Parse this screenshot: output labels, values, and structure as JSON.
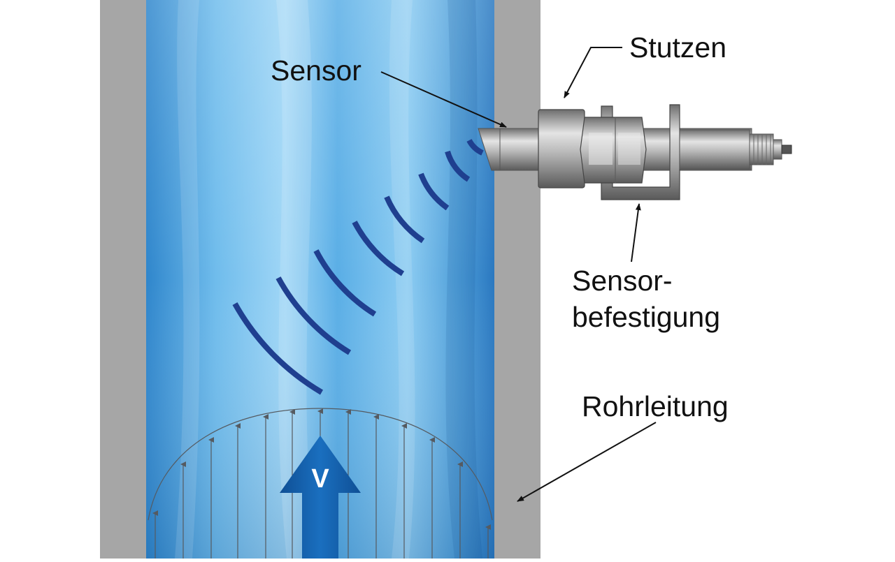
{
  "labels": {
    "sensor": "Sensor",
    "stutzen": "Stutzen",
    "befestigung_line1": "Sensor-",
    "befestigung_line2": "befestigung",
    "rohrleitung": "Rohrleitung",
    "velocity": "V"
  },
  "colors": {
    "pipe_wall": "#a6a6a6",
    "fluid_light": "#7ec6ef",
    "fluid_dark": "#2d7fc4",
    "waves": "#1f3f8f",
    "velocity_arrow": "#1663ad",
    "metal": "#9a9a9a",
    "leader_line": "#111111",
    "profile_line": "#555a60"
  },
  "icons": [
    "ultrasonic-wave-icon",
    "velocity-arrow-icon",
    "flow-profile-icon"
  ]
}
